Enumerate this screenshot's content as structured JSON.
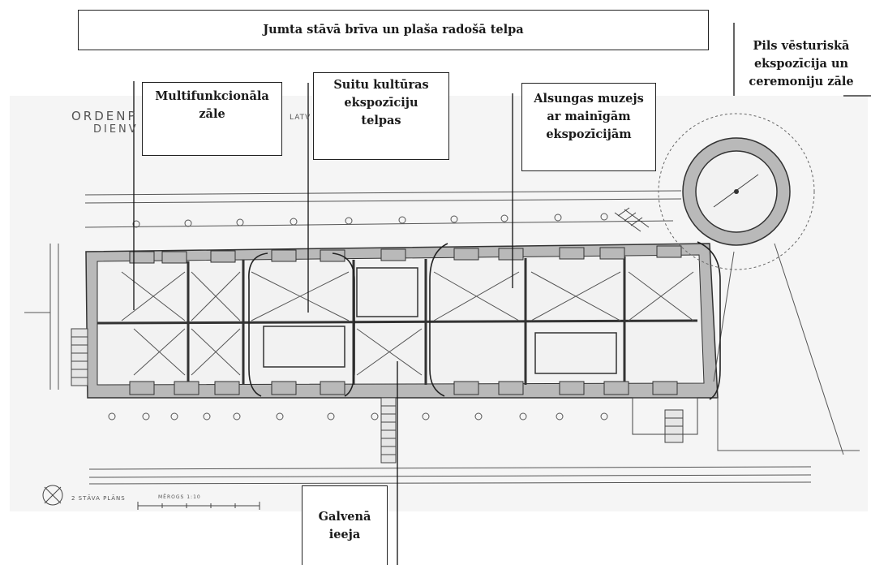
{
  "labels": {
    "roof_space": "Jumta stāvā brīva un plaša radošā telpa",
    "castle_exposition": "Pils vēsturiskā\nekspozīcija un\nceremoniju zāle",
    "multifunctional_hall": "Multifunkcionāla\nzāle",
    "suiti_culture": "Suitu kultūras\nekspozīciju\ntelpas",
    "alsunga_museum": "Alsungas muzejs\nar mainīgām\nekspozīcijām",
    "main_entrance": "Galvenā\nieeja"
  },
  "drawing_text": {
    "title_line1": "ORDENP",
    "title_line2": "DIENV",
    "stamp": "LATV",
    "plan_caption": "2 STĀVA PLĀNS",
    "scale_caption": "MĒROGS 1:10"
  },
  "colors": {
    "wall_fill": "#b8b8b8",
    "line": "#3a3a3a",
    "paper": "#f4f4f4"
  }
}
